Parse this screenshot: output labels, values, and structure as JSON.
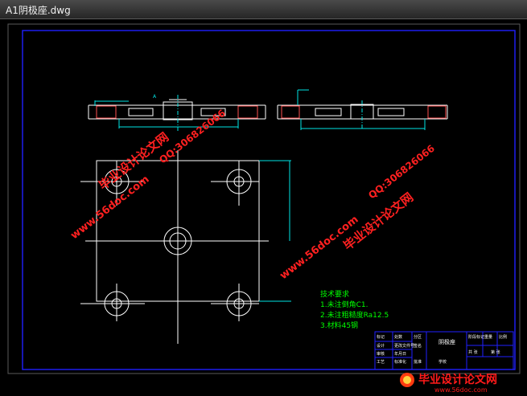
{
  "window": {
    "title": "A1阴极座.dwg"
  },
  "notes": {
    "heading": "技术要求",
    "lines": [
      "1.未注倒角C1.",
      "2.未注粗糙度Ra12.5",
      "3.材料45钢"
    ]
  },
  "title_block": {
    "part_name": "阴极座",
    "school_label": "学校",
    "cells_left": [
      "标记",
      "处数",
      "分区",
      "更改文件号",
      "签名",
      "年月日"
    ],
    "cells_mid": [
      "设计",
      "审核",
      "工艺",
      "标准化",
      "批准"
    ],
    "cells_right": [
      "阶段标记",
      "重量",
      "比例",
      "共 张",
      "第 张"
    ]
  },
  "watermarks": {
    "site_name": "毕业设计论文网",
    "qq": "QQ:306826066",
    "url": "www.56doc.com"
  },
  "logo": {
    "name": "毕业设计论文网",
    "url": "www.56doc.com"
  },
  "colors": {
    "background": "#000000",
    "geometry": "#ffffff",
    "dimension": "#00e5e5",
    "frame": "#2020ff",
    "notes": "#00ff00",
    "watermark": "#ff2020",
    "logo_text": "#ff1a1a"
  }
}
